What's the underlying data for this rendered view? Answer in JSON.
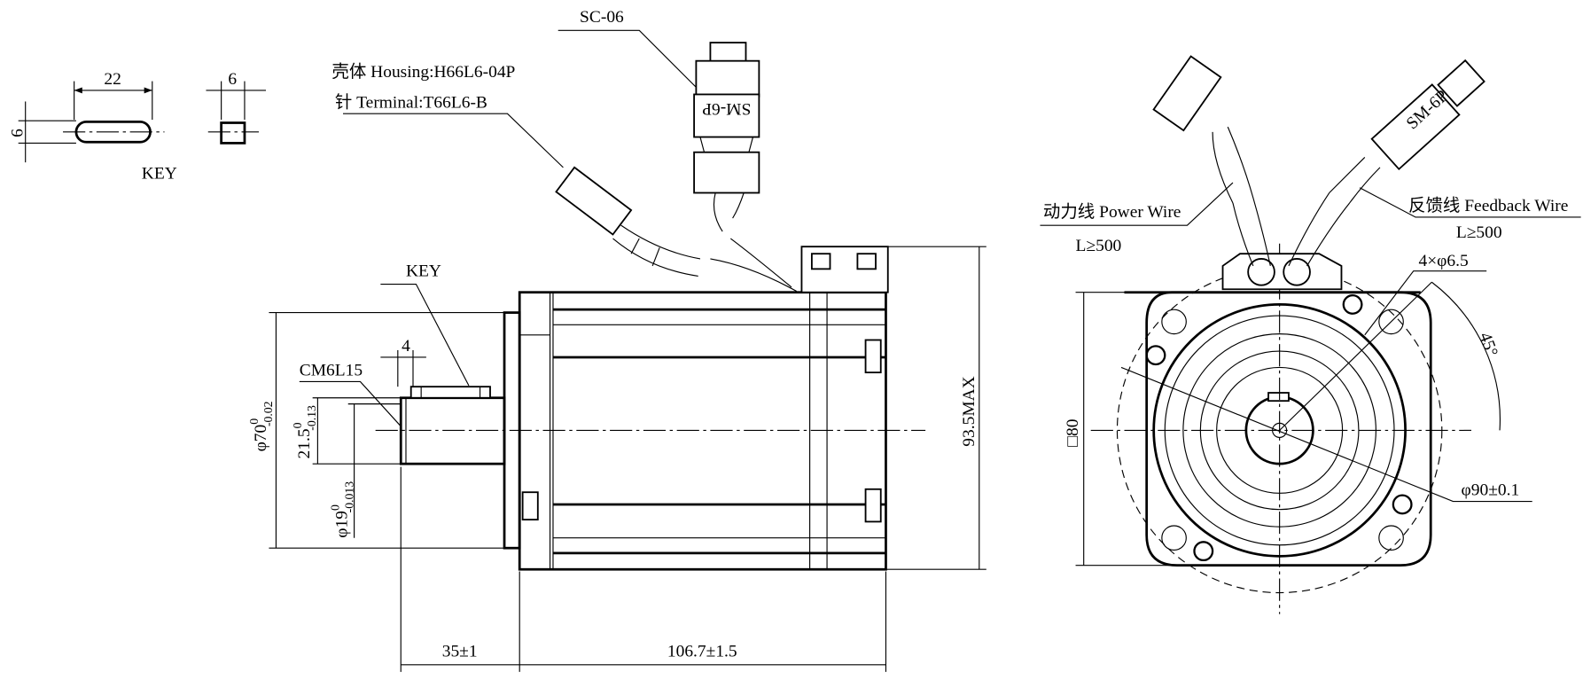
{
  "key_detail": {
    "length": "22",
    "width": "6",
    "height": "6",
    "label": "KEY"
  },
  "connector_labels": {
    "housing": "壳体 Housing:H66L6-04P",
    "terminal": "针  Terminal:T66L6-B",
    "feedback_connector": "SC-06",
    "feedback_plug_marking": "SM-6P"
  },
  "side_view": {
    "key_label": "KEY",
    "key_width": "4",
    "thread_label": "CM6L15",
    "flange_dia": "φ70",
    "flange_tol_upper": "0",
    "flange_tol_lower": "-0.02",
    "key_height": "21.5",
    "key_tol_upper": "0",
    "key_tol_lower": "-0.13",
    "shaft_dia": "φ19",
    "shaft_tol_upper": "0",
    "shaft_tol_lower": "-0.013",
    "overall_height": "93.5MAX",
    "shaft_length": "35±1",
    "body_length": "106.7±1.5"
  },
  "front_view": {
    "power_wire": "动力线 Power Wire",
    "power_length": "L≥500",
    "feedback_wire": "反馈线 Feedback Wire",
    "feedback_length": "L≥500",
    "holes": "4×φ6.5",
    "angle": "45°",
    "square": "□80",
    "pcd": "φ90±0.1"
  }
}
